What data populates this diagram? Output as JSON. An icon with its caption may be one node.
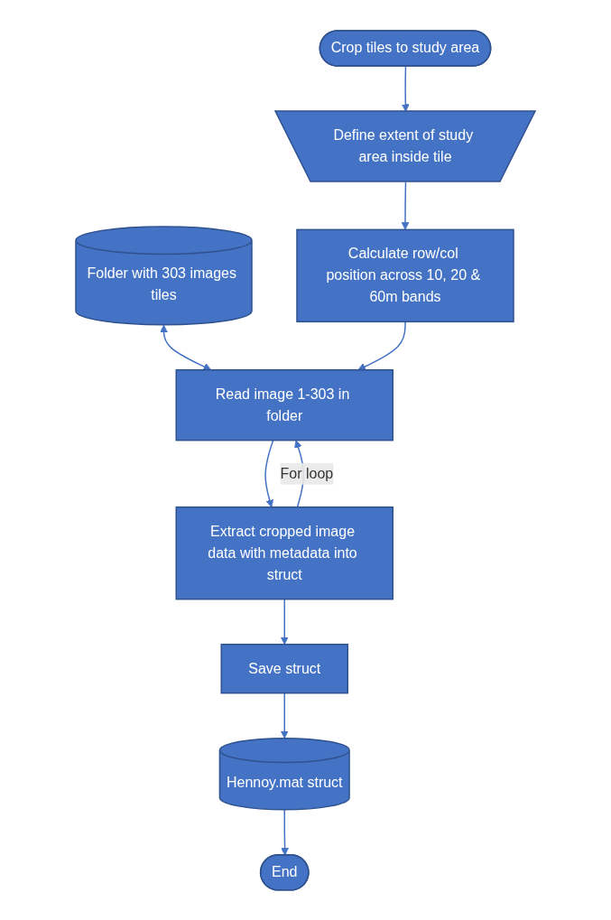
{
  "diagram": {
    "nodes": [
      {
        "text": [
          "Crop tiles to study area"
        ]
      },
      {
        "text": [
          "Define extent of study area inside tile"
        ]
      },
      {
        "text": [
          "Folder with 303 images tiles"
        ]
      },
      {
        "text": [
          "Calculate row/col position across 10, 20 & 60m bands"
        ]
      },
      {
        "text": [
          "Read image 1-303 in folder"
        ]
      },
      {
        "text": [
          "Extract cropped image data with metadata into struct"
        ]
      },
      {
        "text": [
          "Hennoy.mat struct"
        ]
      },
      {
        "text": [
          "Save struct"
        ]
      },
      {
        "text": [
          "End"
        ]
      }
    ],
    "edges": [
      {
        "from": 0,
        "to": 1,
        "arrow": "to"
      },
      {
        "from": 1,
        "to": 3,
        "arrow": "to"
      },
      {
        "from": 2,
        "to": 4,
        "arrow": "both"
      },
      {
        "from": 3,
        "to": 4,
        "arrow": "to"
      },
      {
        "from": 4,
        "to": 5,
        "arrow": "to"
      },
      {
        "from": 5,
        "to": 4,
        "arrow": "to",
        "label": "For loop"
      },
      {
        "from": 5,
        "to": 7,
        "arrow": "to"
      },
      {
        "from": 7,
        "to": 6,
        "arrow": "to"
      },
      {
        "from": 6,
        "to": 8,
        "arrow": "to"
      }
    ]
  }
}
